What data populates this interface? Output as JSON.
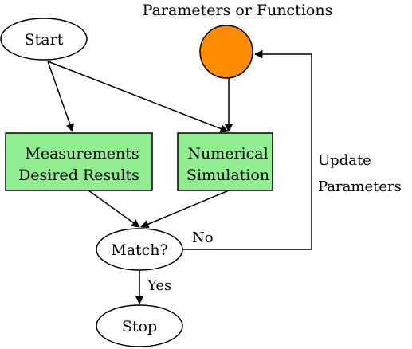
{
  "diagram": {
    "nodes": {
      "start": "Start",
      "measurements": [
        "Measurements",
        "Desired Results"
      ],
      "simulation": [
        "Numerical",
        "Simulation"
      ],
      "match": "Match?",
      "stop": "Stop"
    },
    "top_label": "Parameters or Functions",
    "edge_labels": {
      "no": "No",
      "yes": "Yes",
      "update": [
        "Update",
        "Parameters"
      ]
    },
    "colors": {
      "box_fill": "#90EE90",
      "parameter_node_fill": "#FF8C00",
      "line": "#000000",
      "ellipse_fill": "#FFFFFF"
    }
  }
}
